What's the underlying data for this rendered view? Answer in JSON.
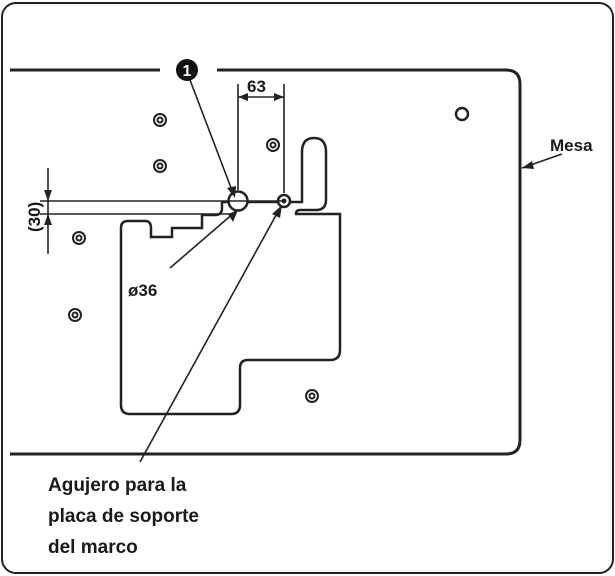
{
  "figure": {
    "callout_number": "1",
    "dimensions": {
      "horizontal": "63",
      "vertical": "(30)",
      "diameter": "ø36"
    },
    "labels": {
      "table": "Mesa",
      "hole_line_1": "Agujero para la",
      "hole_line_2": "placa de soporte",
      "hole_line_3": "del marco"
    }
  }
}
